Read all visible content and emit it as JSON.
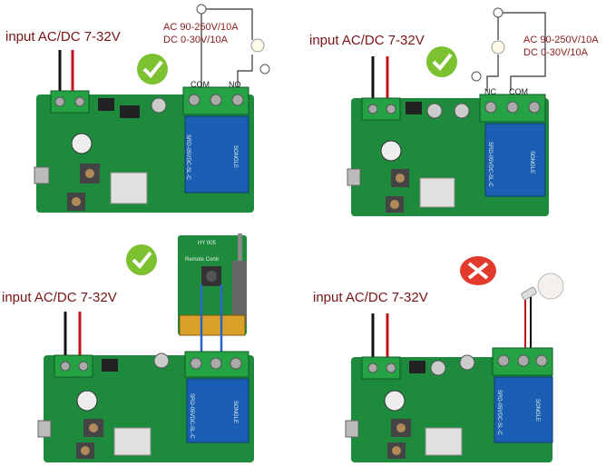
{
  "panels": [
    {
      "id": "top-left",
      "input_label": "input AC/DC 7-32V",
      "status": "ok",
      "load_specs": [
        "AC 90-250V/10A",
        "DC 0-30V/10A"
      ],
      "terminals": [
        "COM",
        "NO"
      ]
    },
    {
      "id": "top-right",
      "input_label": "input AC/DC 7-32V",
      "status": "ok",
      "load_specs": [
        "AC 90-250V/10A",
        "DC 0-30V/10A"
      ],
      "terminals": [
        "NC",
        "COM"
      ]
    },
    {
      "id": "bottom-left",
      "input_label": "input AC/DC 7-32V",
      "status": "ok",
      "remote_text": [
        "HY 005",
        "Remote Contr"
      ]
    },
    {
      "id": "bottom-right",
      "input_label": "input AC/DC 7-32V",
      "status": "wrong"
    }
  ],
  "relay_text": [
    "SRD-05VDC-SL-C",
    "SONGLE"
  ],
  "colors": {
    "pcb": "#1e8b3c",
    "relay": "#1a5fb4",
    "terminal_block": "#25a244",
    "ok_badge": "#7cc230",
    "wrong_badge": "#e23a2c",
    "label": "#7a1414"
  },
  "icons": {
    "ok": "check-icon",
    "wrong": "cross-icon",
    "lamp": "lamp-icon"
  }
}
